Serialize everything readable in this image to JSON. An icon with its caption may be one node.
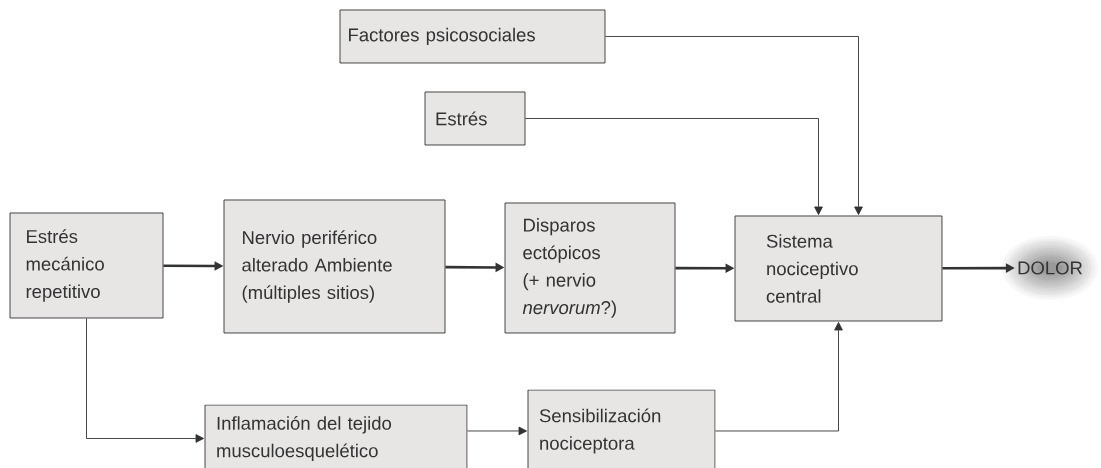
{
  "diagram": {
    "nodes": [
      {
        "text": [
          "Factores psicosociales"
        ]
      },
      {
        "text": [
          "Estrés"
        ]
      },
      {
        "text": [
          "Estrés mecánico repetitivo"
        ]
      },
      {
        "text": [
          "Nervio periférico alterado Ambiente (múltiples sitios)"
        ]
      },
      {
        "text": [
          "Disparos ectópicos (+ nervio *nervorum*?)"
        ]
      },
      {
        "text": [
          "Sistema nociceptivo central"
        ]
      },
      {
        "text": [
          "DOLOR"
        ]
      },
      {
        "text": [
          "Inflamación del tejido musculoesquelético"
        ]
      },
      {
        "text": [
          "Sensibilización nociceptora"
        ]
      }
    ],
    "edges": [
      {
        "from": 0,
        "to": 5,
        "arrow": "to"
      },
      {
        "from": 1,
        "to": 5,
        "arrow": "to"
      },
      {
        "from": 2,
        "to": 3,
        "arrow": "to",
        "style": "thick"
      },
      {
        "from": 3,
        "to": 4,
        "arrow": "to",
        "style": "thick"
      },
      {
        "from": 4,
        "to": 5,
        "arrow": "to",
        "style": "thick"
      },
      {
        "from": 5,
        "to": 6,
        "arrow": "to",
        "style": "thick"
      },
      {
        "from": 2,
        "to": 7,
        "arrow": "to"
      },
      {
        "from": 7,
        "to": 8,
        "arrow": "to"
      },
      {
        "from": 8,
        "to": 5,
        "arrow": "to"
      }
    ]
  }
}
